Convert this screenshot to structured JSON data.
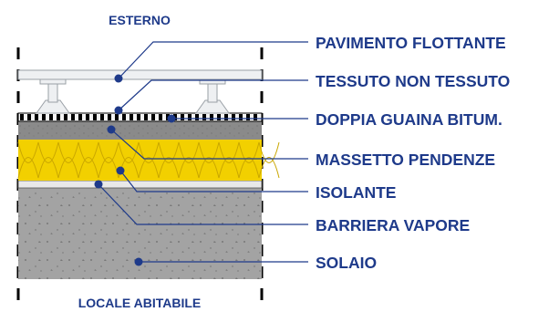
{
  "diagram": {
    "title_top": "ESTERNO",
    "title_bottom": "LOCALE ABITABILE",
    "colors": {
      "label": "#1e3a8a",
      "leader": "#1e3a8a",
      "insulation": "#f2d000",
      "insulation_outline": "#c9a600",
      "screed": "#8a8a8a",
      "slab": "#a3a3a3",
      "deck": "#eef0f2"
    },
    "layers": [
      {
        "label": "PAVIMENTO FLOTTANTE"
      },
      {
        "label": "TESSUTO NON TESSUTO"
      },
      {
        "label": "DOPPIA GUAINA BITUM."
      },
      {
        "label": "MASSETTO PENDENZE"
      },
      {
        "label": "ISOLANTE"
      },
      {
        "label": "BARRIERA VAPORE"
      },
      {
        "label": "SOLAIO"
      }
    ]
  }
}
